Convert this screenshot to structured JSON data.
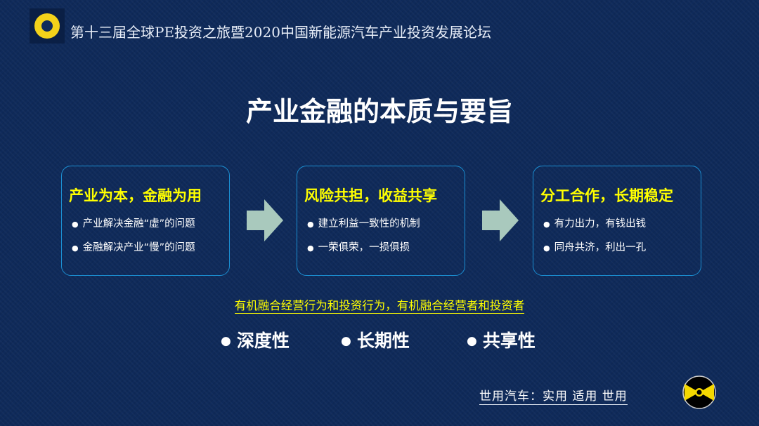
{
  "header": {
    "title": "第十三届全球PE投资之旅暨2020中国新能源汽车产业投资发展论坛"
  },
  "slide": {
    "title": "产业金融的本质与要旨",
    "boxes": [
      {
        "heading": "产业为本，金融为用",
        "bullets": [
          "产业解决金融“虚”的问题",
          "金融解决产业“慢”的问题"
        ]
      },
      {
        "heading": "风险共担，收益共享",
        "bullets": [
          "建立利益一致性的机制",
          "一荣俱荣，一损俱损"
        ]
      },
      {
        "heading": "分工合作，长期稳定",
        "bullets": [
          "有力出力，有钱出钱",
          "同舟共济，利出一孔"
        ]
      }
    ],
    "slogan": "有机融合经营行为和投资行为，有机融合经营者和投资者",
    "keywords": [
      "深度性",
      "长期性",
      "共享性"
    ]
  },
  "footer": {
    "text": "世用汽车：实用 适用 世用"
  },
  "colors": {
    "background": "#0f2a5a",
    "accent": "#ffff00",
    "border": "#1b8fd2",
    "arrow": "#a9c9bd"
  }
}
